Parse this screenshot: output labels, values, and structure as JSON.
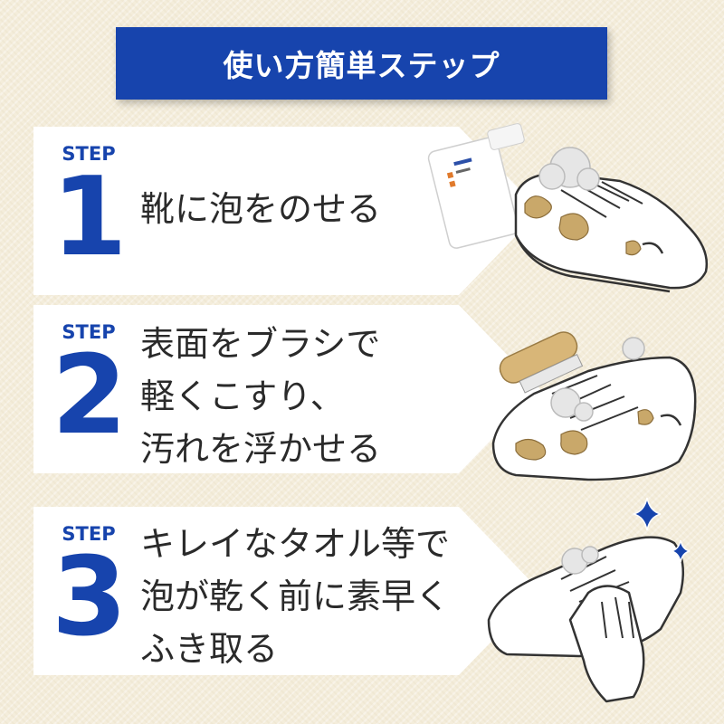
{
  "title": "使い方簡単ステップ",
  "steps": [
    {
      "label": "STEP",
      "number": "1",
      "lines": [
        "靴に泡をのせる"
      ]
    },
    {
      "label": "STEP",
      "number": "2",
      "lines": [
        "表面をブラシで",
        "軽くこすり、",
        "汚れを浮かせる"
      ]
    },
    {
      "label": "STEP",
      "number": "3",
      "lines": [
        "キレイなタオル等で",
        "泡が乾く前に素早く",
        "ふき取る"
      ]
    }
  ],
  "colors": {
    "accent": "#1744ad",
    "background": "#f4eddb",
    "stain": "#c9a86a"
  },
  "icons": [
    "foam-bottle-icon",
    "sneaker-icon",
    "brush-icon",
    "towel-hand-icon",
    "sparkle-icon"
  ]
}
